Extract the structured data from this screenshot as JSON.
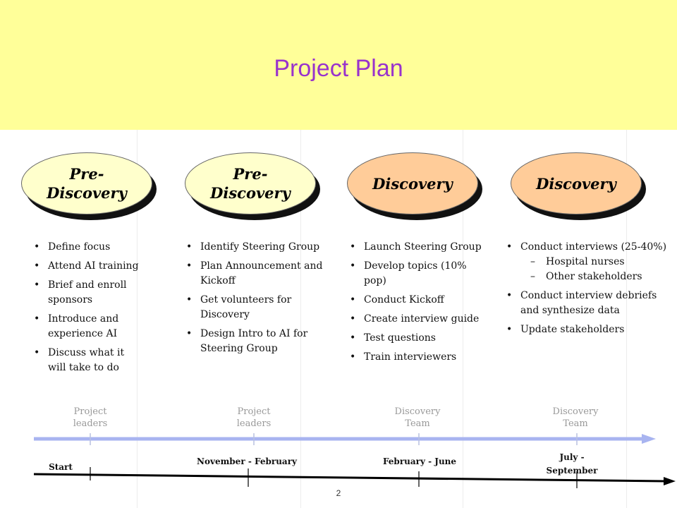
{
  "slide": {
    "title": "Project Plan",
    "page_number": "2"
  },
  "phases": [
    {
      "label_line1": "Pre-",
      "label_line2": "Discovery",
      "tasks": [
        "Define focus",
        "Attend AI training",
        "Brief and enroll sponsors",
        "Introduce and experience AI",
        "Discuss what it will take to do"
      ],
      "owner_line1": "Project",
      "owner_line2": "leaders"
    },
    {
      "label_line1": "Pre-",
      "label_line2": "Discovery",
      "tasks": [
        "Identify Steering Group",
        "Plan Announcement and Kickoff",
        "Get volunteers for Discovery",
        "Design Intro to AI for Steering Group"
      ],
      "owner_line1": "Project",
      "owner_line2": "leaders"
    },
    {
      "label_line1": "Discovery",
      "tasks": [
        "Launch Steering Group",
        "Develop topics (10% pop)",
        "Conduct Kickoff",
        "Create interview guide",
        "Test questions",
        "Train interviewers"
      ],
      "owner_line1": "Discovery",
      "owner_line2": "Team"
    },
    {
      "label_line1": "Discovery",
      "tasks": [
        "Conduct interviews (25-40%)",
        "Conduct interview debriefs and synthesize data",
        "Update stakeholders"
      ],
      "subtasks": [
        "Hospital nurses",
        "Other stakeholders"
      ],
      "owner_line1": "Discovery",
      "owner_line2": "Team"
    }
  ],
  "timeline": {
    "start": "Start",
    "dates": [
      "November - February",
      "February - June",
      "July -",
      "September"
    ]
  },
  "colors": {
    "header_bg": "#ffff99",
    "title": "#9933cc",
    "pre_discovery_oval": "#ffffcc",
    "discovery_oval": "#ffcc99",
    "upper_arrow": "#a8b4f0",
    "lower_arrow": "#000000"
  }
}
